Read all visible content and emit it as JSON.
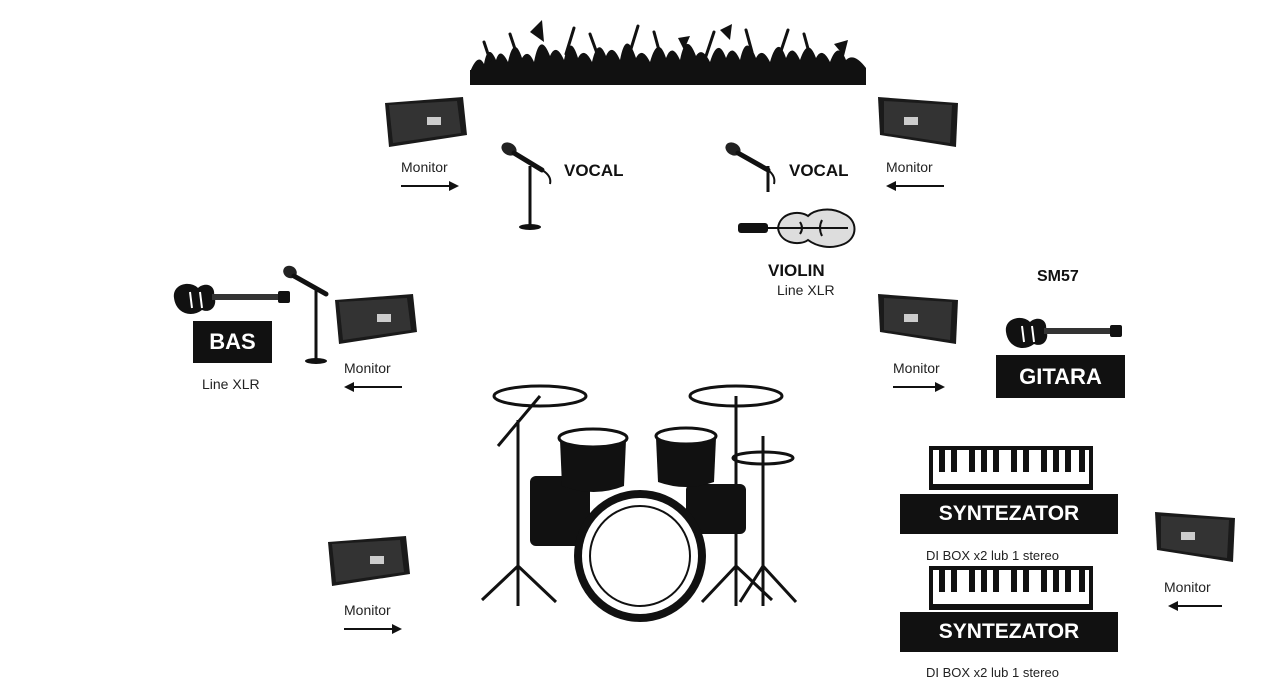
{
  "labels": {
    "vocal_left": "VOCAL",
    "vocal_right": "VOCAL",
    "violin": "VIOLIN",
    "violin_line": "Line XLR",
    "sm57": "SM57",
    "bas": "BAS",
    "bas_line": "Line XLR",
    "gitara": "GITARA",
    "synth_top": "SYNTEZATOR",
    "synth_top_note": "DI BOX x2 lub 1 stereo",
    "synth_bottom": "SYNTEZATOR",
    "synth_bottom_note": "DI BOX x2 lub 1 stereo"
  },
  "monitors": {
    "top_left": "Monitor",
    "top_right": "Monitor",
    "bas": "Monitor",
    "gitara": "Monitor",
    "bottom_left": "Monitor",
    "synth": "Monitor"
  },
  "icons": {
    "audience": "crowd-silhouette-icon",
    "monitor": "stage-monitor-speaker-icon",
    "microphone": "microphone-icon",
    "guitar": "electric-guitar-icon",
    "violin": "violin-icon",
    "drums": "drum-kit-icon",
    "keyboard": "keyboard-icon"
  }
}
